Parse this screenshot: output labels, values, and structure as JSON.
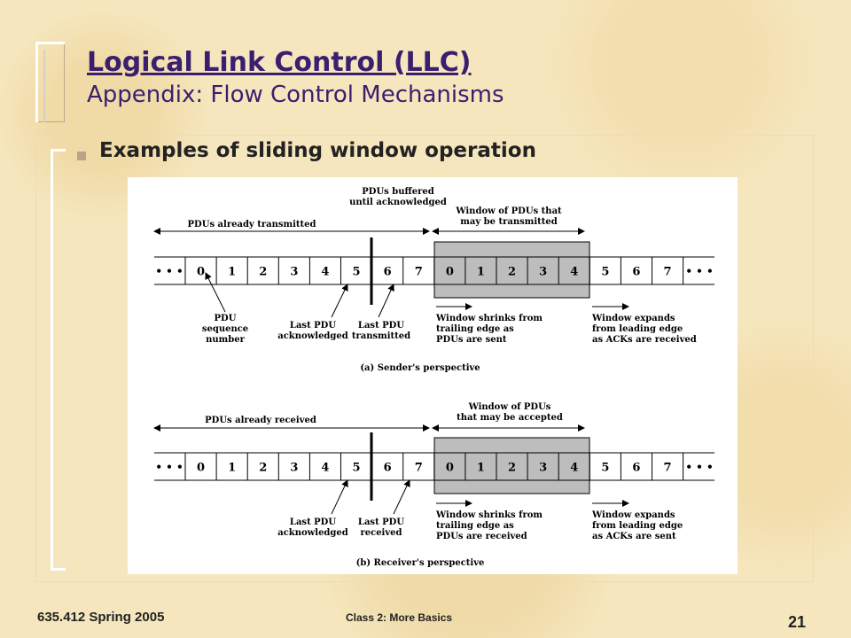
{
  "slide": {
    "title": "Logical Link Control (LLC)",
    "subtitle": "Appendix:  Flow Control Mechanisms",
    "bullet": "Examples of sliding window operation",
    "footer_left": "635.412 Spring 2005",
    "footer_center": "Class 2:  More Basics",
    "page_number": "21"
  },
  "diagram": {
    "sender": {
      "top_left_label": "PDUs already transmitted",
      "buffered_label_1": "PDUs buffered",
      "buffered_label_2": "until acknowledged",
      "window_label_1": "Window of PDUs that",
      "window_label_2": "may be transmitted",
      "cells": [
        "0",
        "1",
        "2",
        "3",
        "4",
        "5",
        "6",
        "7",
        "0",
        "1",
        "2",
        "3",
        "4",
        "5",
        "6",
        "7"
      ],
      "ellipsis": "• • •",
      "seq_label_1": "PDU",
      "seq_label_2": "sequence",
      "seq_label_3": "number",
      "last_ack_1": "Last PDU",
      "last_ack_2": "acknowledged",
      "last_tx_1": "Last PDU",
      "last_tx_2": "transmitted",
      "shrink_1": "Window shrinks from",
      "shrink_2": "trailing edge as",
      "shrink_3": "PDUs are sent",
      "expand_1": "Window expands",
      "expand_2": "from leading edge",
      "expand_3": "as ACKs are received",
      "caption": "(a) Sender's perspective"
    },
    "receiver": {
      "top_left_label": "PDUs already received",
      "window_label_1": "Window of PDUs",
      "window_label_2": "that may be accepted",
      "cells": [
        "0",
        "1",
        "2",
        "3",
        "4",
        "5",
        "6",
        "7",
        "0",
        "1",
        "2",
        "3",
        "4",
        "5",
        "6",
        "7"
      ],
      "ellipsis": "• • •",
      "last_ack_1": "Last PDU",
      "last_ack_2": "acknowledged",
      "last_rx_1": "Last PDU",
      "last_rx_2": "received",
      "shrink_1": "Window shrinks from",
      "shrink_2": "trailing edge as",
      "shrink_3": "PDUs are received",
      "expand_1": "Window expands",
      "expand_2": "from leading edge",
      "expand_3": "as ACKs are sent",
      "caption": "(b) Receiver's perspective"
    }
  }
}
